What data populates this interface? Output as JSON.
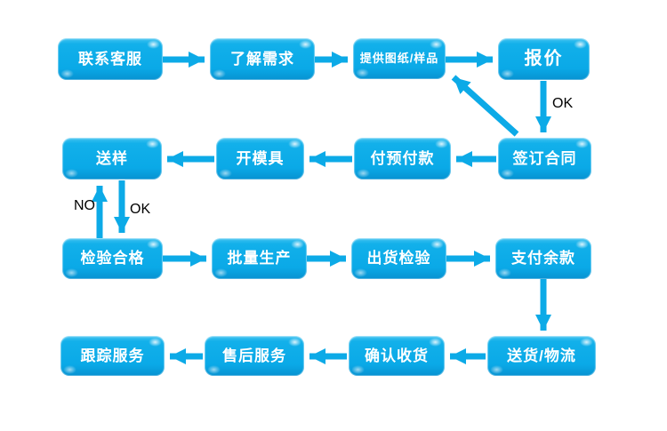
{
  "flowchart": {
    "colors": {
      "node_fill": "#0aa9e7",
      "node_gloss": "#3ec2f1",
      "arrow": "#0caae7",
      "node_text": "#ffffff",
      "edge_label_text": "#000000",
      "background": "#ffffff"
    },
    "nodes": [
      {
        "id": "contact-customer-service",
        "label": "联系客服"
      },
      {
        "id": "understand-requirements",
        "label": "了解需求"
      },
      {
        "id": "provide-drawings-samples",
        "label": "提供图纸/样品"
      },
      {
        "id": "quotation",
        "label": "报价"
      },
      {
        "id": "sign-contract",
        "label": "签订合同"
      },
      {
        "id": "pay-advance-payment",
        "label": "付预付款"
      },
      {
        "id": "open-mold",
        "label": "开模具"
      },
      {
        "id": "send-sample",
        "label": "送样"
      },
      {
        "id": "inspection-passed",
        "label": "检验合格"
      },
      {
        "id": "mass-production",
        "label": "批量生产"
      },
      {
        "id": "shipping-inspection",
        "label": "出货检验"
      },
      {
        "id": "pay-balance",
        "label": "支付余款"
      },
      {
        "id": "delivery-logistics",
        "label": "送货/物流"
      },
      {
        "id": "confirm-receipt",
        "label": "确认收货"
      },
      {
        "id": "after-sales-service",
        "label": "售后服务"
      },
      {
        "id": "tracking-service",
        "label": "跟踪服务"
      }
    ],
    "edge_labels": {
      "quote_ok": "OK",
      "sample_no": "NO",
      "sample_ok": "OK"
    }
  }
}
